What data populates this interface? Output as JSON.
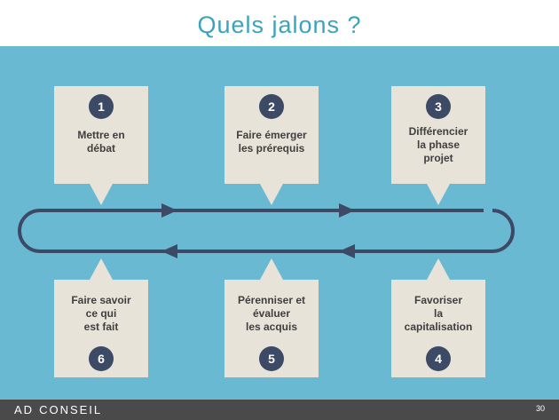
{
  "title": "Quels jalons ?",
  "milestones": [
    {
      "number": "1",
      "label": "Mettre en\ndébat"
    },
    {
      "number": "2",
      "label": "Faire émerger\nles prérequis"
    },
    {
      "number": "3",
      "label": "Différencier\nla phase\nprojet"
    },
    {
      "number": "4",
      "label": "Favoriser\nla\ncapitalisation"
    },
    {
      "number": "5",
      "label": "Pérenniser et\névaluer\nles acquis"
    },
    {
      "number": "6",
      "label": "Faire savoir\nce qui\nest fait"
    }
  ],
  "footer": {
    "brand_part1": "AD",
    "brand_part2": "CONSEIL",
    "page_number": "30"
  },
  "colors": {
    "title": "#3aa3bd",
    "panel": "#69b9d3",
    "card": "#e7e3d8",
    "circle": "#3c4a66",
    "line": "#3c4a66",
    "footer": "#4a4a4a"
  }
}
